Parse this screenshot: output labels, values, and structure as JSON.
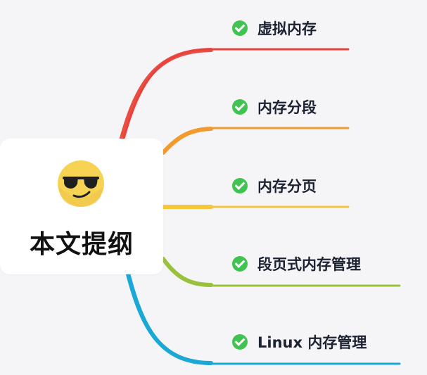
{
  "center": {
    "title": "本文提纲",
    "emoji": "sunglasses-face"
  },
  "topics": [
    {
      "label": "虚拟内存",
      "color": "#e8433a"
    },
    {
      "label": "内存分段",
      "color": "#f29a2e"
    },
    {
      "label": "内存分页",
      "color": "#f6c53a"
    },
    {
      "label": "段页式内存管理",
      "color": "#9ac13e"
    },
    {
      "label": "Linux 内存管理",
      "color": "#1ba8d6"
    }
  ],
  "check_color": "#41c352"
}
